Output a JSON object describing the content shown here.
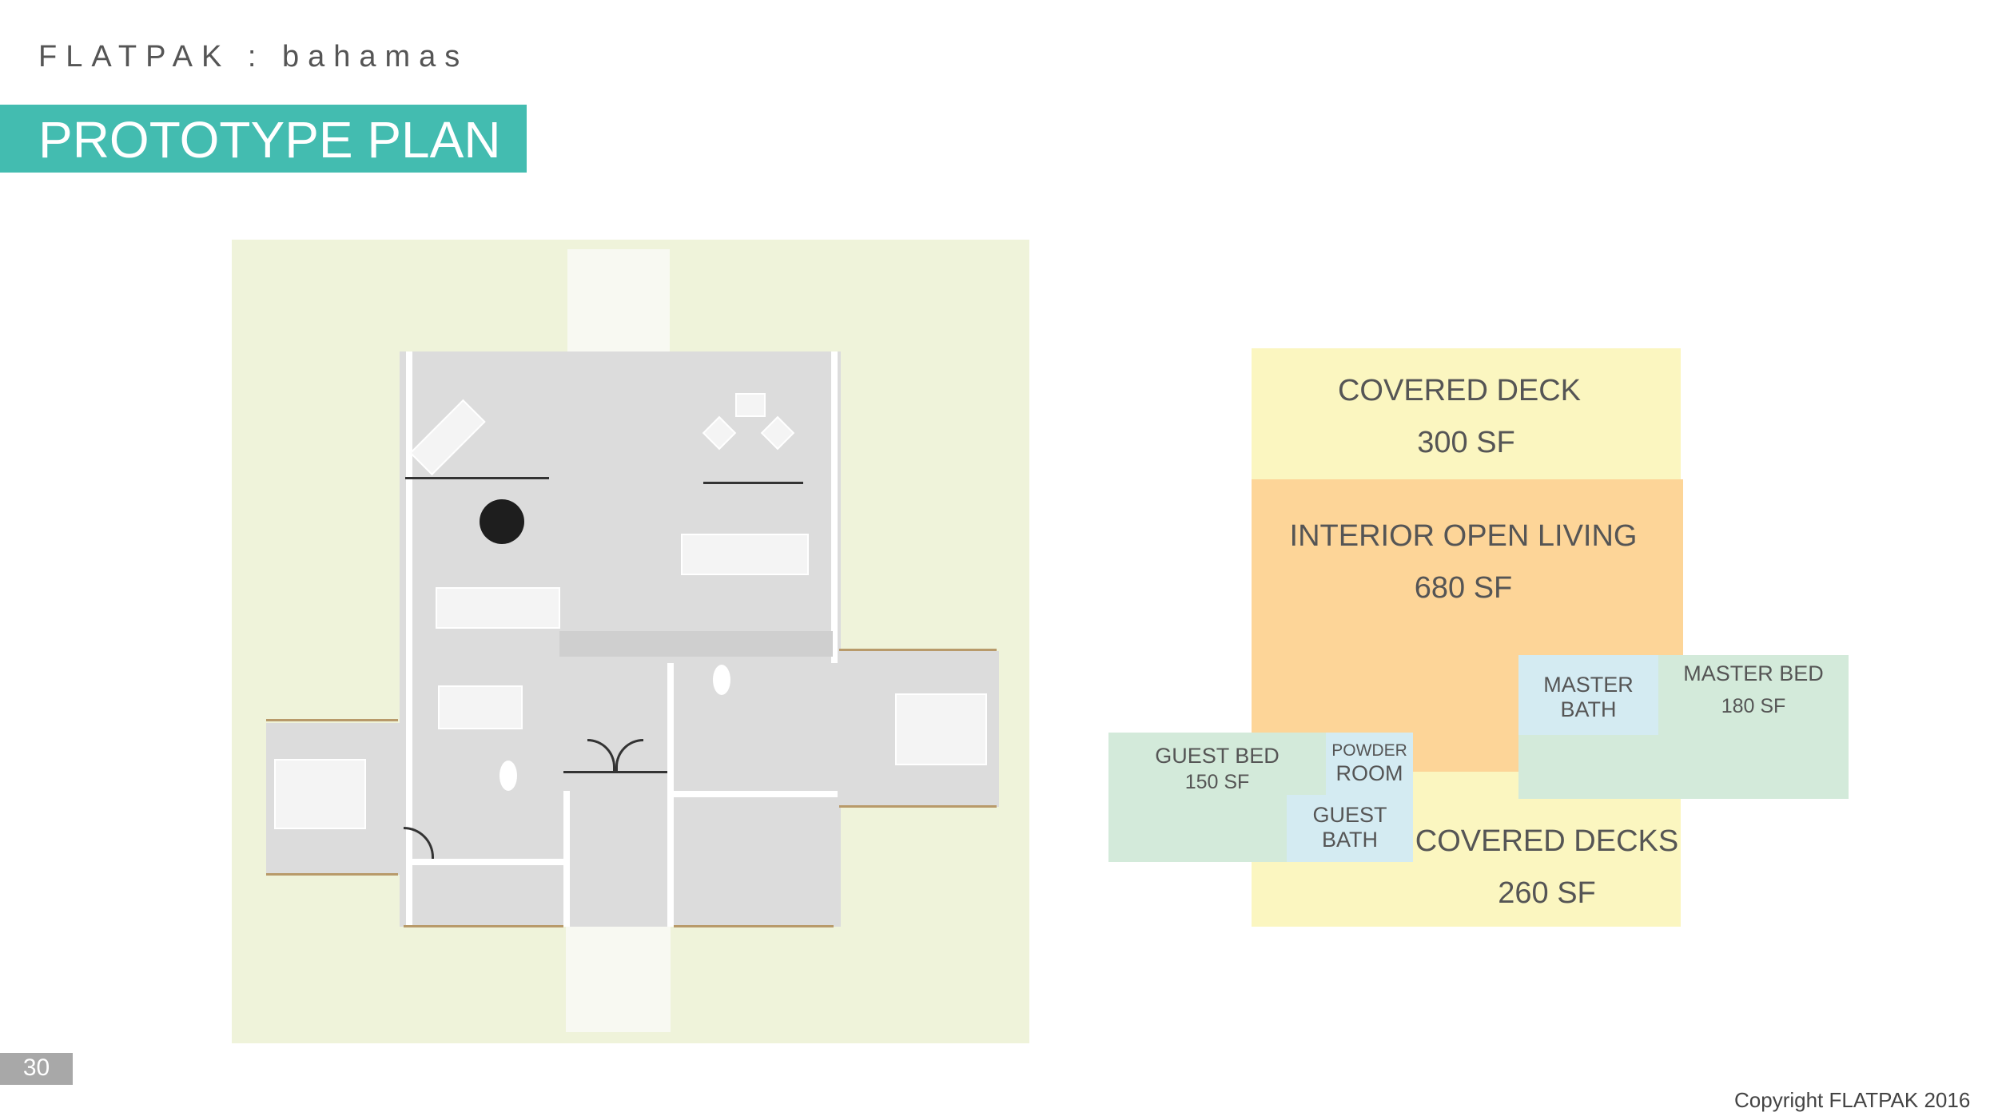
{
  "header": {
    "brand": "FLATPAK : bahamas",
    "title": "PROTOTYPE PLAN"
  },
  "area_diagram": {
    "covered_deck_top": {
      "name": "COVERED DECK",
      "area": "300 SF"
    },
    "interior_open_living": {
      "name": "INTERIOR OPEN LIVING",
      "area": "680 SF"
    },
    "master_bath": {
      "line1": "MASTER",
      "line2": "BATH"
    },
    "master_bed": {
      "name": "MASTER BED",
      "area": "180 SF"
    },
    "guest_bed": {
      "name": "GUEST BED",
      "area": "150 SF"
    },
    "powder_room": {
      "line1": "POWDER",
      "line2": "ROOM"
    },
    "guest_bath": {
      "line1": "GUEST",
      "line2": "BATH"
    },
    "covered_decks_bottom": {
      "name": "COVERED DECKS",
      "area": "260 SF"
    }
  },
  "colors": {
    "accent": "#43bcb0",
    "deck": "#fbf6c0",
    "living": "#fdd598",
    "bedroom": "#d3eada",
    "bath": "#d4ebf2",
    "site": "#eff3da"
  },
  "footer": {
    "page_number": "30",
    "copyright": "Copyright FLATPAK 2016"
  }
}
